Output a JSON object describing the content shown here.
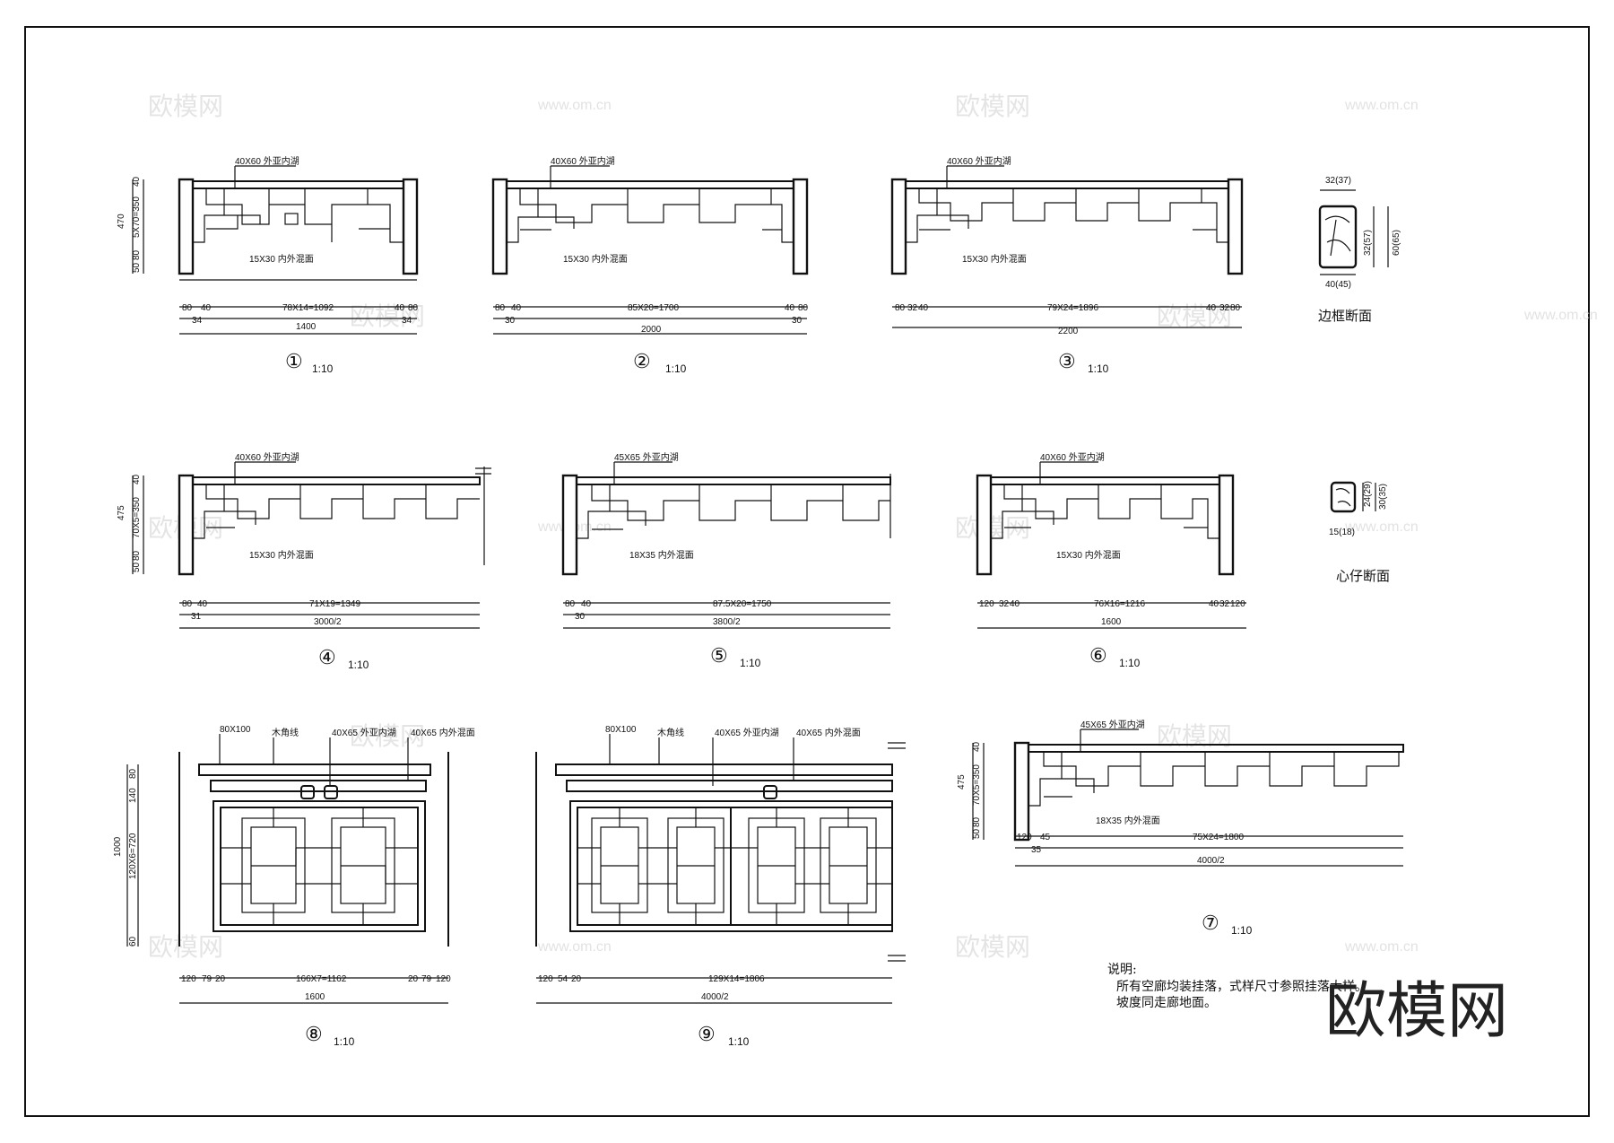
{
  "details": [
    {
      "id": "1",
      "symbol": "①",
      "scale": "1:10",
      "callout_top": "40X60 外亚内湖",
      "callout_bottom": "15X30 内外混面",
      "dims_top": [
        "80",
        "40",
        "78X14=1092",
        "40",
        "80"
      ],
      "dims_sub": [
        "34",
        "34"
      ],
      "total": "1400",
      "vdims": [
        "470",
        "5X70=350",
        "40",
        "80",
        "50"
      ]
    },
    {
      "id": "2",
      "symbol": "②",
      "scale": "1:10",
      "callout_top": "40X60 外亚内湖",
      "callout_bottom": "15X30 内外混面",
      "dims_top": [
        "80",
        "40",
        "85X20=1700",
        "40",
        "80"
      ],
      "dims_sub": [
        "30",
        "30"
      ],
      "total": "2000"
    },
    {
      "id": "3",
      "symbol": "③",
      "scale": "1:10",
      "callout_top": "40X60 外亚内湖",
      "callout_bottom": "15X30 内外混面",
      "dims_top": [
        "80",
        "32",
        "40",
        "79X24=1896",
        "40",
        "32",
        "80"
      ],
      "total": "2200"
    },
    {
      "id": "4",
      "symbol": "④",
      "scale": "1:10",
      "callout_top": "40X60 外亚内湖",
      "callout_bottom": "15X30 内外混面",
      "dims_top": [
        "80",
        "40",
        "71X19=1349"
      ],
      "dims_sub": [
        "31"
      ],
      "total": "3000/2",
      "vdims": [
        "475",
        "70X5=350",
        "40",
        "80",
        "50"
      ]
    },
    {
      "id": "5",
      "symbol": "⑤",
      "scale": "1:10",
      "callout_top": "45X65 外亚内湖",
      "callout_bottom": "18X35 内外混面",
      "dims_top": [
        "80",
        "40",
        "87.5X20=1750"
      ],
      "dims_sub": [
        "30"
      ],
      "total": "3800/2"
    },
    {
      "id": "6",
      "symbol": "⑥",
      "scale": "1:10",
      "callout_top": "40X60 外亚内湖",
      "callout_bottom": "15X30 内外混面",
      "dims_top": [
        "120",
        "32",
        "40",
        "76X16=1216",
        "40",
        "32",
        "120"
      ],
      "total": "1600"
    },
    {
      "id": "7",
      "symbol": "⑦",
      "scale": "1:10",
      "callout_top": "45X65 外亚内湖",
      "callout_bottom": "18X35 内外混面",
      "dims_top": [
        "120",
        "45",
        "75X24=1800"
      ],
      "dims_sub": [
        "35"
      ],
      "total": "4000/2",
      "vdims": [
        "475",
        "70X5=350",
        "40",
        "80",
        "50"
      ]
    },
    {
      "id": "8",
      "symbol": "⑧",
      "scale": "1:10",
      "labels": [
        "80X100",
        "木角线",
        "40X65 外亚内湖",
        "40X65 内外混面"
      ],
      "dims_top": [
        "120",
        "79",
        "20",
        "166X7=1162",
        "20",
        "79",
        "120"
      ],
      "total": "1600",
      "vdims": [
        "1000",
        "80",
        "140",
        "120X6=720",
        "60"
      ]
    },
    {
      "id": "9",
      "symbol": "⑨",
      "scale": "1:10",
      "labels": [
        "80X100",
        "木角线",
        "40X65 外亚内湖",
        "40X65 内外混面"
      ],
      "dims_top": [
        "120",
        "54",
        "20",
        "129X14=1806"
      ],
      "total": "4000/2"
    }
  ],
  "sections": {
    "frame": {
      "title": "边框断面",
      "dims": [
        "32(37)",
        "32(57)",
        "60(65)",
        "40(45)"
      ]
    },
    "core": {
      "title": "心仔断面",
      "dims": [
        "24(29)",
        "30(35)",
        "15(18)"
      ]
    }
  },
  "notes": {
    "heading": "说明:",
    "line1": "所有空廊均装挂落，式样尺寸参照挂落大样。",
    "line2": "坡度同走廊地面。"
  },
  "watermark": {
    "cn": "欧模网",
    "url": "www.om.cn"
  },
  "brand": "欧模网"
}
